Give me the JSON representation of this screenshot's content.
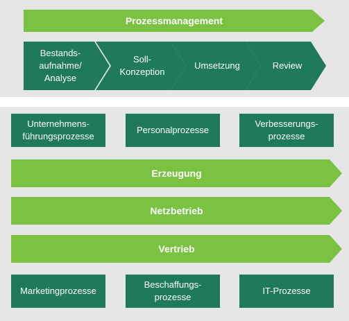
{
  "colors": {
    "light_green": "#7bc243",
    "dark_green": "#1f7a5a",
    "panel_gray": "#e6e6e6"
  },
  "top": {
    "header": "Prozessmanagement",
    "steps": [
      "Bestands-\naufnahme/\nAnalyse",
      "Soll-\nKonzeption",
      "Umsetzung",
      "Review"
    ]
  },
  "bottom": {
    "support_row_1": [
      "Unternehmens-\nführungsprozesse",
      "Personalprozesse",
      "Verbesserungs-\nprozesse"
    ],
    "core": [
      "Erzeugung",
      "Netzbetrieb",
      "Vertrieb"
    ],
    "support_row_2": [
      "Marketingprozesse",
      "Beschaffungs-\nprozesse",
      "IT-Prozesse"
    ]
  }
}
